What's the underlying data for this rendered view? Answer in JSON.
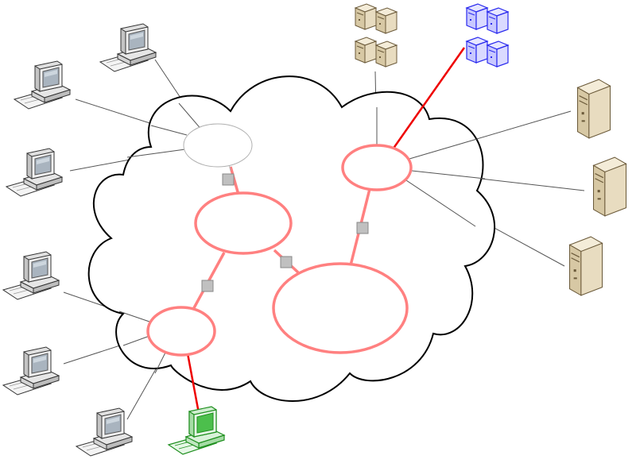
{
  "diagram": {
    "colors": {
      "cloud_stroke": "#000000",
      "ring_stroke": "#ff8080",
      "ring_fill": "#ffffff",
      "switch_fill": "#c0c0c0",
      "active_link": "#ee0000",
      "faded_ring": "#b0b0b0",
      "thin_link": "#555555",
      "highlight_server": "#3333ff",
      "highlight_workstation": "#22aa22",
      "server_body": "#e8dcc0"
    },
    "nodes": [
      {
        "name": "workstation-1",
        "icon": "desktop-computer-icon"
      },
      {
        "name": "workstation-2",
        "icon": "desktop-computer-icon"
      },
      {
        "name": "workstation-3",
        "icon": "desktop-computer-icon"
      },
      {
        "name": "workstation-4",
        "icon": "desktop-computer-icon"
      },
      {
        "name": "workstation-5",
        "icon": "desktop-computer-icon"
      },
      {
        "name": "workstation-6",
        "icon": "desktop-computer-icon"
      },
      {
        "name": "workstation-highlighted",
        "icon": "desktop-computer-icon"
      },
      {
        "name": "server-rack-1",
        "icon": "server-rack-icon"
      },
      {
        "name": "server-rack-highlighted",
        "icon": "server-rack-icon"
      },
      {
        "name": "server-1",
        "icon": "tower-server-icon"
      },
      {
        "name": "server-2",
        "icon": "tower-server-icon"
      },
      {
        "name": "server-3",
        "icon": "tower-server-icon"
      }
    ]
  }
}
